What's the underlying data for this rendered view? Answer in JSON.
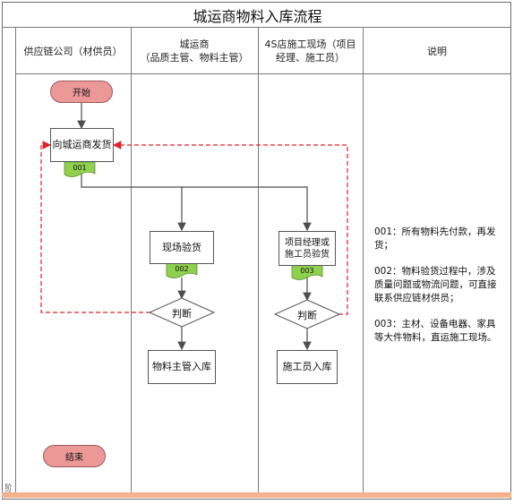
{
  "title": "城运商物料入库流程",
  "lanes": [
    {
      "title": "供应链公司（材供员）",
      "subtitle": ""
    },
    {
      "title": "城运商",
      "subtitle": "（品质主管、物料主管）"
    },
    {
      "title": "4S店施工现场（项目",
      "subtitle": "经理、施工员）"
    },
    {
      "title": "说明",
      "subtitle": ""
    }
  ],
  "stage_label": "阶段",
  "nodes": {
    "start": "开始",
    "ship": "向城运商发货",
    "ship_tag": "001",
    "site_inspect": "现场验货",
    "site_tag": "002",
    "pm_inspect_line1": "项目经理或",
    "pm_inspect_line2": "施工员验货",
    "pm_tag": "003",
    "decide_left": "判断",
    "decide_right": "判断",
    "material_in": "物料主管入库",
    "worker_in": "施工员入库",
    "end": "结束"
  },
  "notes": [
    "001：所有物料先付款，再发货；",
    "002：物料验货过程中，涉及质量问题或物流问题，可直接联系供应链材供员；",
    "003：主材、设备电器、家具等大件物料，直运施工现场。"
  ],
  "colors": {
    "terminator": "#ec9898",
    "tag": "#8fd14f",
    "reject_line": "#e0202a",
    "flow_line": "#4d4d4d"
  }
}
